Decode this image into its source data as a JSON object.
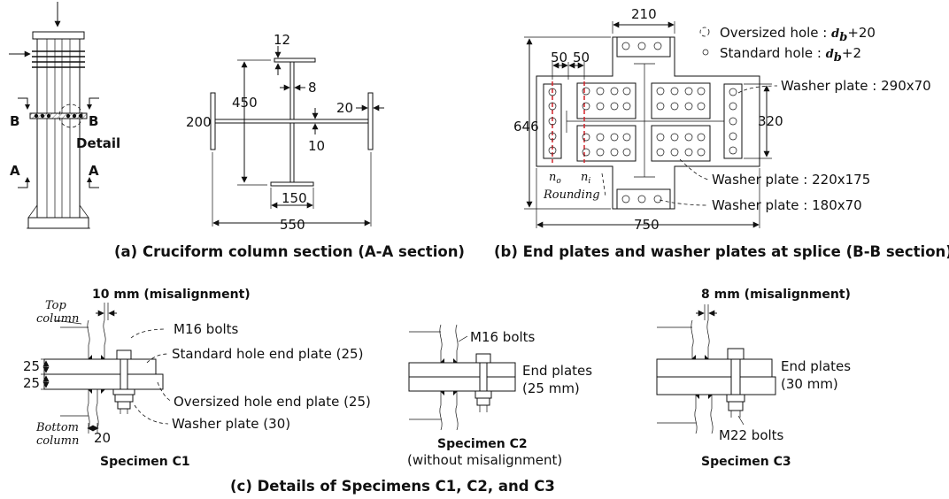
{
  "panel_a": {
    "caption": "(a) Cruciform column section (A-A section)",
    "dims": {
      "d12": "12",
      "d450": "450",
      "d8": "8",
      "d200": "200",
      "d20": "20",
      "d10": "10",
      "d150": "150",
      "d550": "550"
    },
    "labels": {
      "B_left": "B",
      "B_right": "B",
      "A_left": "A",
      "A_right": "A",
      "detail": "Detail"
    }
  },
  "panel_b": {
    "caption": "(b) End plates and washer plates at splice (B-B section)",
    "dims": {
      "d210": "210",
      "d50a": "50",
      "d50b": "50",
      "d646": "646",
      "d320": "320",
      "d750": "750"
    },
    "legend": {
      "oversized_prefix": "Oversized hole : ",
      "oversized_var": "d",
      "oversized_sub": "b",
      "oversized_suffix": "+20",
      "standard_prefix": "Standard hole : ",
      "standard_var": "d",
      "standard_sub": "b",
      "standard_suffix": "+2"
    },
    "labels": {
      "no_var": "n",
      "no_sub": "o",
      "ni_var": "n",
      "ni_sub": "i",
      "rounding": "Rounding",
      "washer_290": "Washer plate : 290x70",
      "washer_220": "Washer plate : 220x175",
      "washer_180": "Washer plate : 180x70"
    }
  },
  "panel_c": {
    "caption": "(c) Details of Specimens C1, C2, and C3",
    "c1": {
      "misalign": "10 mm (misalignment)",
      "top_col_1": "Top",
      "top_col_2": "column",
      "bolts": "M16 bolts",
      "std_plate": "Standard hole end plate (25)",
      "over_plate": "Oversized hole end plate (25)",
      "washer": "Washer plate (30)",
      "d25a": "25",
      "d25b": "25",
      "d20": "20",
      "bot_col_1": "Bottom",
      "bot_col_2": "column",
      "name": "Specimen C1"
    },
    "c2": {
      "bolts": "M16 bolts",
      "plates_1": "End plates",
      "plates_2": "(25 mm)",
      "name": "Specimen C2",
      "sub": "(without misalignment)"
    },
    "c3": {
      "misalign": "8 mm (misalignment)",
      "plates_1": "End plates",
      "plates_2": "(30 mm)",
      "bolts": "M22 bolts",
      "name": "Specimen C3"
    }
  }
}
